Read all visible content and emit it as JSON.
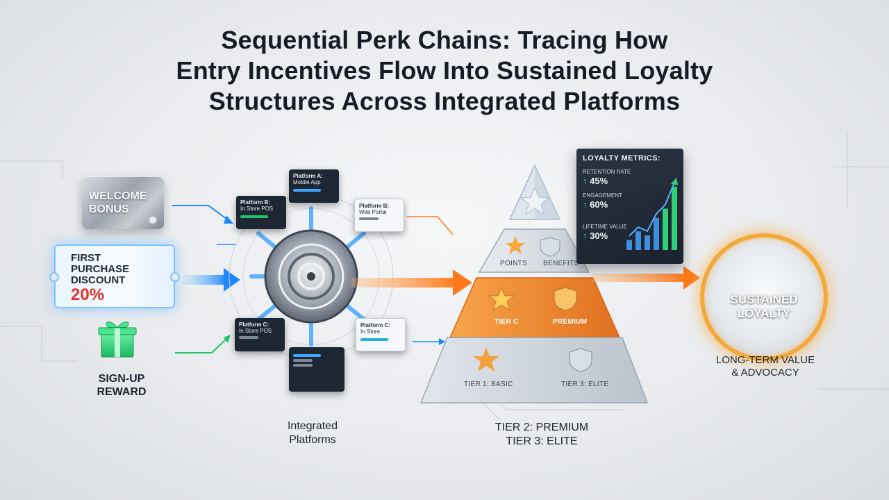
{
  "title": {
    "line1": "Sequential Perk Chains: Tracing How",
    "line2": "Entry Incentives Flow Into Sustained Loyalty",
    "line3": "Structures Across Integrated Platforms"
  },
  "entry": {
    "welcome": {
      "line1": "WELCOME",
      "line2": "BONUS"
    },
    "discount": {
      "line1": "FIRST",
      "line2": "PURCHASE",
      "line3": "DISCOUNT",
      "value": "20%"
    },
    "signup": {
      "line1": "SIGN-UP",
      "line2": "REWARD"
    }
  },
  "platforms": {
    "a": {
      "name": "Platform A:",
      "sub": "Mobile App"
    },
    "b_left": {
      "name": "Platform B:",
      "sub": "In Store POS"
    },
    "b_right": {
      "name": "Platform B:",
      "sub": "Web Portal"
    },
    "c_left": {
      "name": "Platform C:",
      "sub": "In Store POS"
    },
    "c_right": {
      "name": "Platform C:",
      "sub": "In Store"
    },
    "label_line1": "Integrated",
    "label_line2": "Platforms"
  },
  "pyramid": {
    "top_left": "POINTS",
    "top_right": "BENEFITS",
    "mid_left": "TIER C",
    "mid_right": "PREMIUM",
    "base_left": "TIER 1: BASIC",
    "base_right": "TIER 3: ELITE",
    "caption_line1": "TIER 2: PREMIUM",
    "caption_line2": "TIER 3: ELITE"
  },
  "metrics": {
    "heading": "LOYALTY METRICS:",
    "items": [
      {
        "label": "RETENTION RATE",
        "value": "45%"
      },
      {
        "label": "ENGAGEMENT",
        "value": "60%"
      },
      {
        "label": "LIFETIME VALUE",
        "value": "30%"
      }
    ],
    "bars": [
      0.15,
      0.28,
      0.22,
      0.48,
      0.62,
      0.95
    ],
    "up_symbol": "↑"
  },
  "outcome": {
    "line1": "SUSTAINED",
    "line2": "LOYALTY",
    "caption_line1": "LONG-TERM VALUE",
    "caption_line2": "& ADVOCACY"
  },
  "colors": {
    "blue_flow": "#1e88ff",
    "orange_flow": "#ff7a1a",
    "green_flow": "#1fc46a",
    "tier_mid": "#f28a2a",
    "medal_ring": "#f2a83a"
  }
}
